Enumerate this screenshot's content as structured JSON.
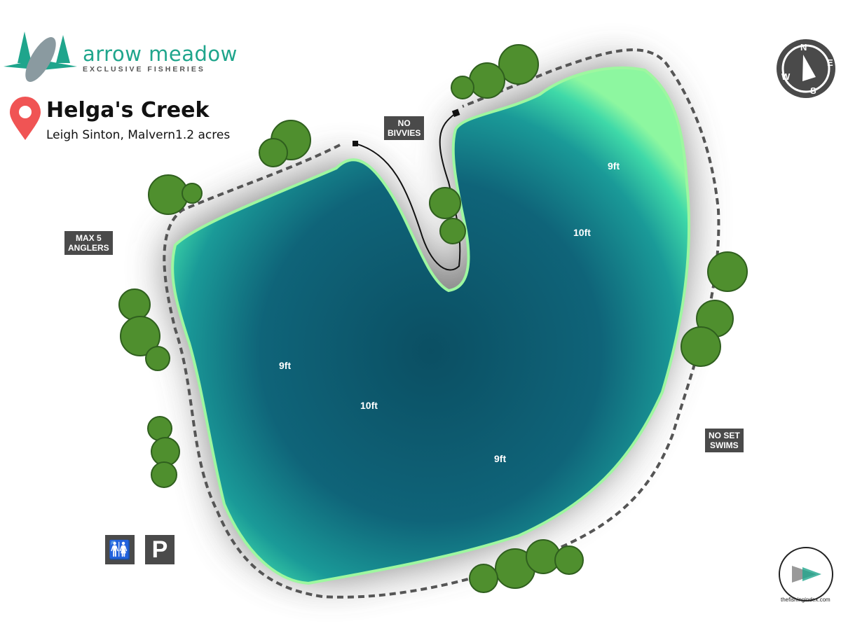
{
  "brand": {
    "name": "arrow meadow",
    "tagline": "EXCLUSIVE FISHERIES"
  },
  "lake": {
    "name": "Helga's Creek",
    "location_and_size": "Leigh Sinton, Malvern1.2 acres"
  },
  "signs": {
    "no_bivvies": "NO\nBIVVIES",
    "max_anglers": "MAX 5\nANGLERS",
    "no_set_swims": "NO SET\nSWIMS"
  },
  "depths": [
    "9ft",
    "10ft",
    "9ft",
    "10ft",
    "9ft"
  ],
  "compass": {
    "n": "N",
    "e": "E",
    "s": "S",
    "w": "W"
  },
  "facilities": {
    "toilets": "toilets",
    "parking": "P"
  },
  "watermark": "thefishingindex.com",
  "colors": {
    "pin": "#f05454",
    "brand": "#1fa58c",
    "sign": "#4a4a4a",
    "water_deep": "#0d5a6e",
    "water_edge": "#5ef0a8"
  }
}
